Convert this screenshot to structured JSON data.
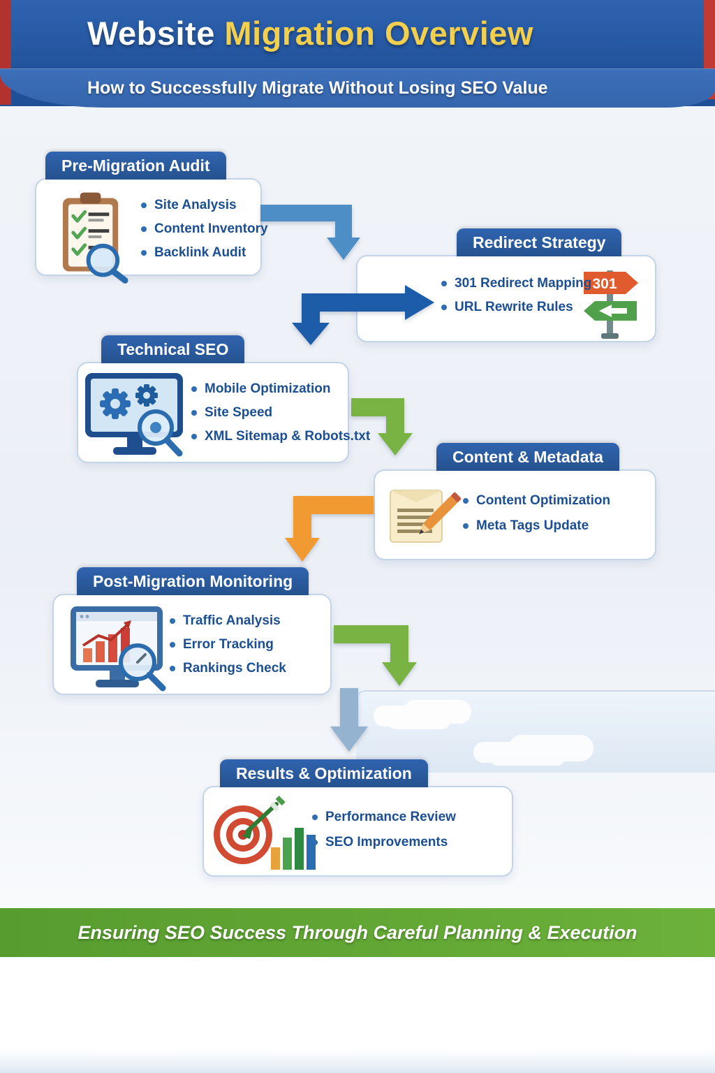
{
  "header": {
    "title_white": "Website",
    "title_gold": "Migration Overview",
    "subtitle": "How to Successfully Migrate Without Losing SEO Value"
  },
  "cards": [
    {
      "title": "Pre-Migration Audit",
      "icon": "clipboard-checklist-icon",
      "items": [
        "Site Analysis",
        "Content Inventory",
        "Backlink Audit"
      ]
    },
    {
      "title": "Redirect Strategy",
      "icon": "signpost-301-icon",
      "sign_label": "301",
      "items": [
        "301 Redirect Mapping",
        "URL Rewrite Rules"
      ]
    },
    {
      "title": "Technical SEO",
      "icon": "monitor-gears-icon",
      "items": [
        "Mobile Optimization",
        "Site Speed",
        "XML Sitemap & Robots.txt"
      ]
    },
    {
      "title": "Content & Metadata",
      "icon": "document-pencil-icon",
      "items": [
        "Content Optimization",
        "Meta Tags Update"
      ]
    },
    {
      "title": "Post-Migration Monitoring",
      "icon": "monitor-analytics-icon",
      "items": [
        "Traffic Analysis",
        "Error Tracking",
        "Rankings Check"
      ]
    },
    {
      "title": "Results & Optimization",
      "icon": "target-chart-icon",
      "items": [
        "Performance Review",
        "SEO Improvements"
      ]
    }
  ],
  "footer": {
    "text": "Ensuring SEO Success Through Careful Planning & Execution"
  },
  "colors": {
    "header_blue": "#1f4f97",
    "accent_gold": "#f2cf4e",
    "tab_blue": "#2a5ca8",
    "bullet_text_blue": "#1c4f92",
    "arrow_blue": "#4d8ec6",
    "arrow_dark_blue": "#1d5ca9",
    "arrow_green": "#79b344",
    "arrow_orange": "#f09a31",
    "footer_green": "#5f9e2e"
  }
}
